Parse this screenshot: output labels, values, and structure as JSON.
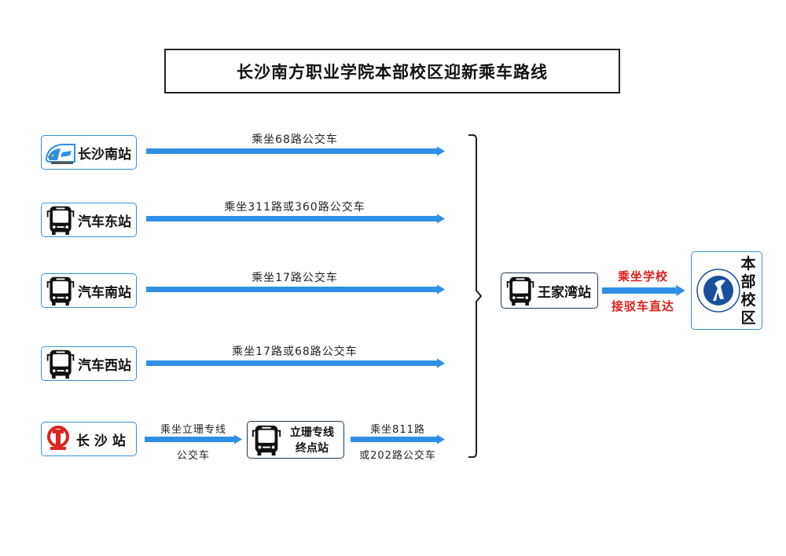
{
  "title": "长沙南方职业学院本部校区迎新乘车路线",
  "colors": {
    "arrow": "#2f8fe6",
    "border_blue": "#3d8fd6",
    "border_dark": "#1f3b57",
    "highlight_red": "#e0201b",
    "logo_blue": "#1a4f9c"
  },
  "routes": [
    {
      "station": "长沙南站",
      "icon": "high-speed-train-icon",
      "bus": "乘坐68路公交车"
    },
    {
      "station": "汽车东站",
      "icon": "bus-icon",
      "bus": "乘坐311路或360路公交车"
    },
    {
      "station": "汽车南站",
      "icon": "bus-icon",
      "bus": "乘坐17路公交车"
    },
    {
      "station": "汽车西站",
      "icon": "bus-icon",
      "bus": "乘坐17路或68路公交车"
    }
  ],
  "railway": {
    "station": "长 沙 站",
    "icon": "china-railway-logo-icon",
    "leg1_top": "乘坐立珊专线",
    "leg1_bottom": "公交车",
    "transfer_station_line1": "立珊专线",
    "transfer_station_line2": "终点站",
    "leg2_top": "乘坐811路",
    "leg2_bottom": "或202路公交车"
  },
  "hub": {
    "station": "王家湾站",
    "shuttle_top": "乘坐学校",
    "shuttle_bottom": "接驳车直达"
  },
  "destination": {
    "chars": [
      "本",
      "部",
      "校",
      "区"
    ],
    "logo": "school-logo-icon"
  }
}
